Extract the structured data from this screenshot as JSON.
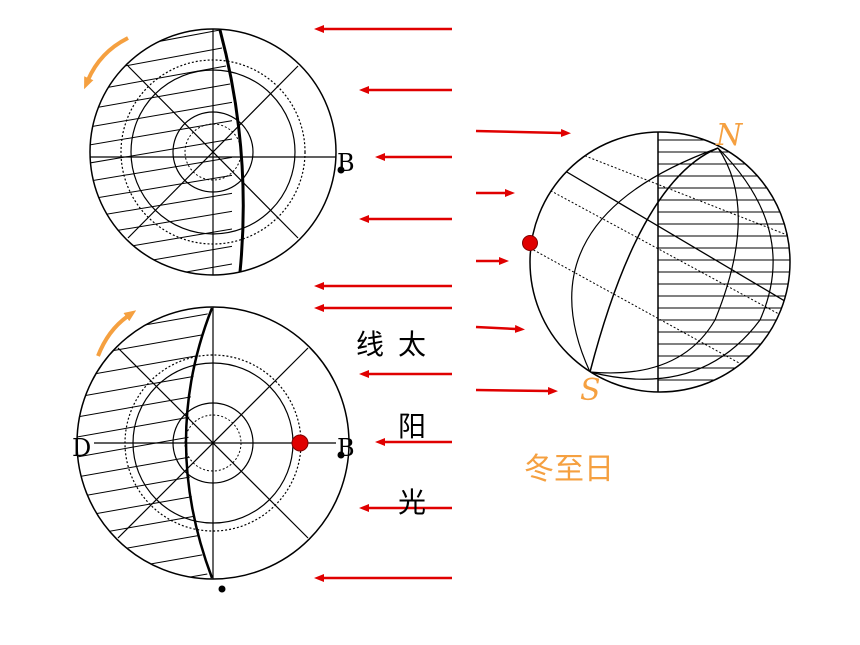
{
  "labels": {
    "b_top": "B",
    "b_bottom": "B",
    "d_bottom": "D",
    "north": "N",
    "south": "S",
    "sunlight_1": "线",
    "sunlight_2": "太",
    "sunlight_3": "阳",
    "sunlight_4": "光",
    "title": "冬至日"
  },
  "colors": {
    "arrow": "#e00000",
    "accent": "#f5a040",
    "marker": "#e00000",
    "line": "#000000"
  }
}
